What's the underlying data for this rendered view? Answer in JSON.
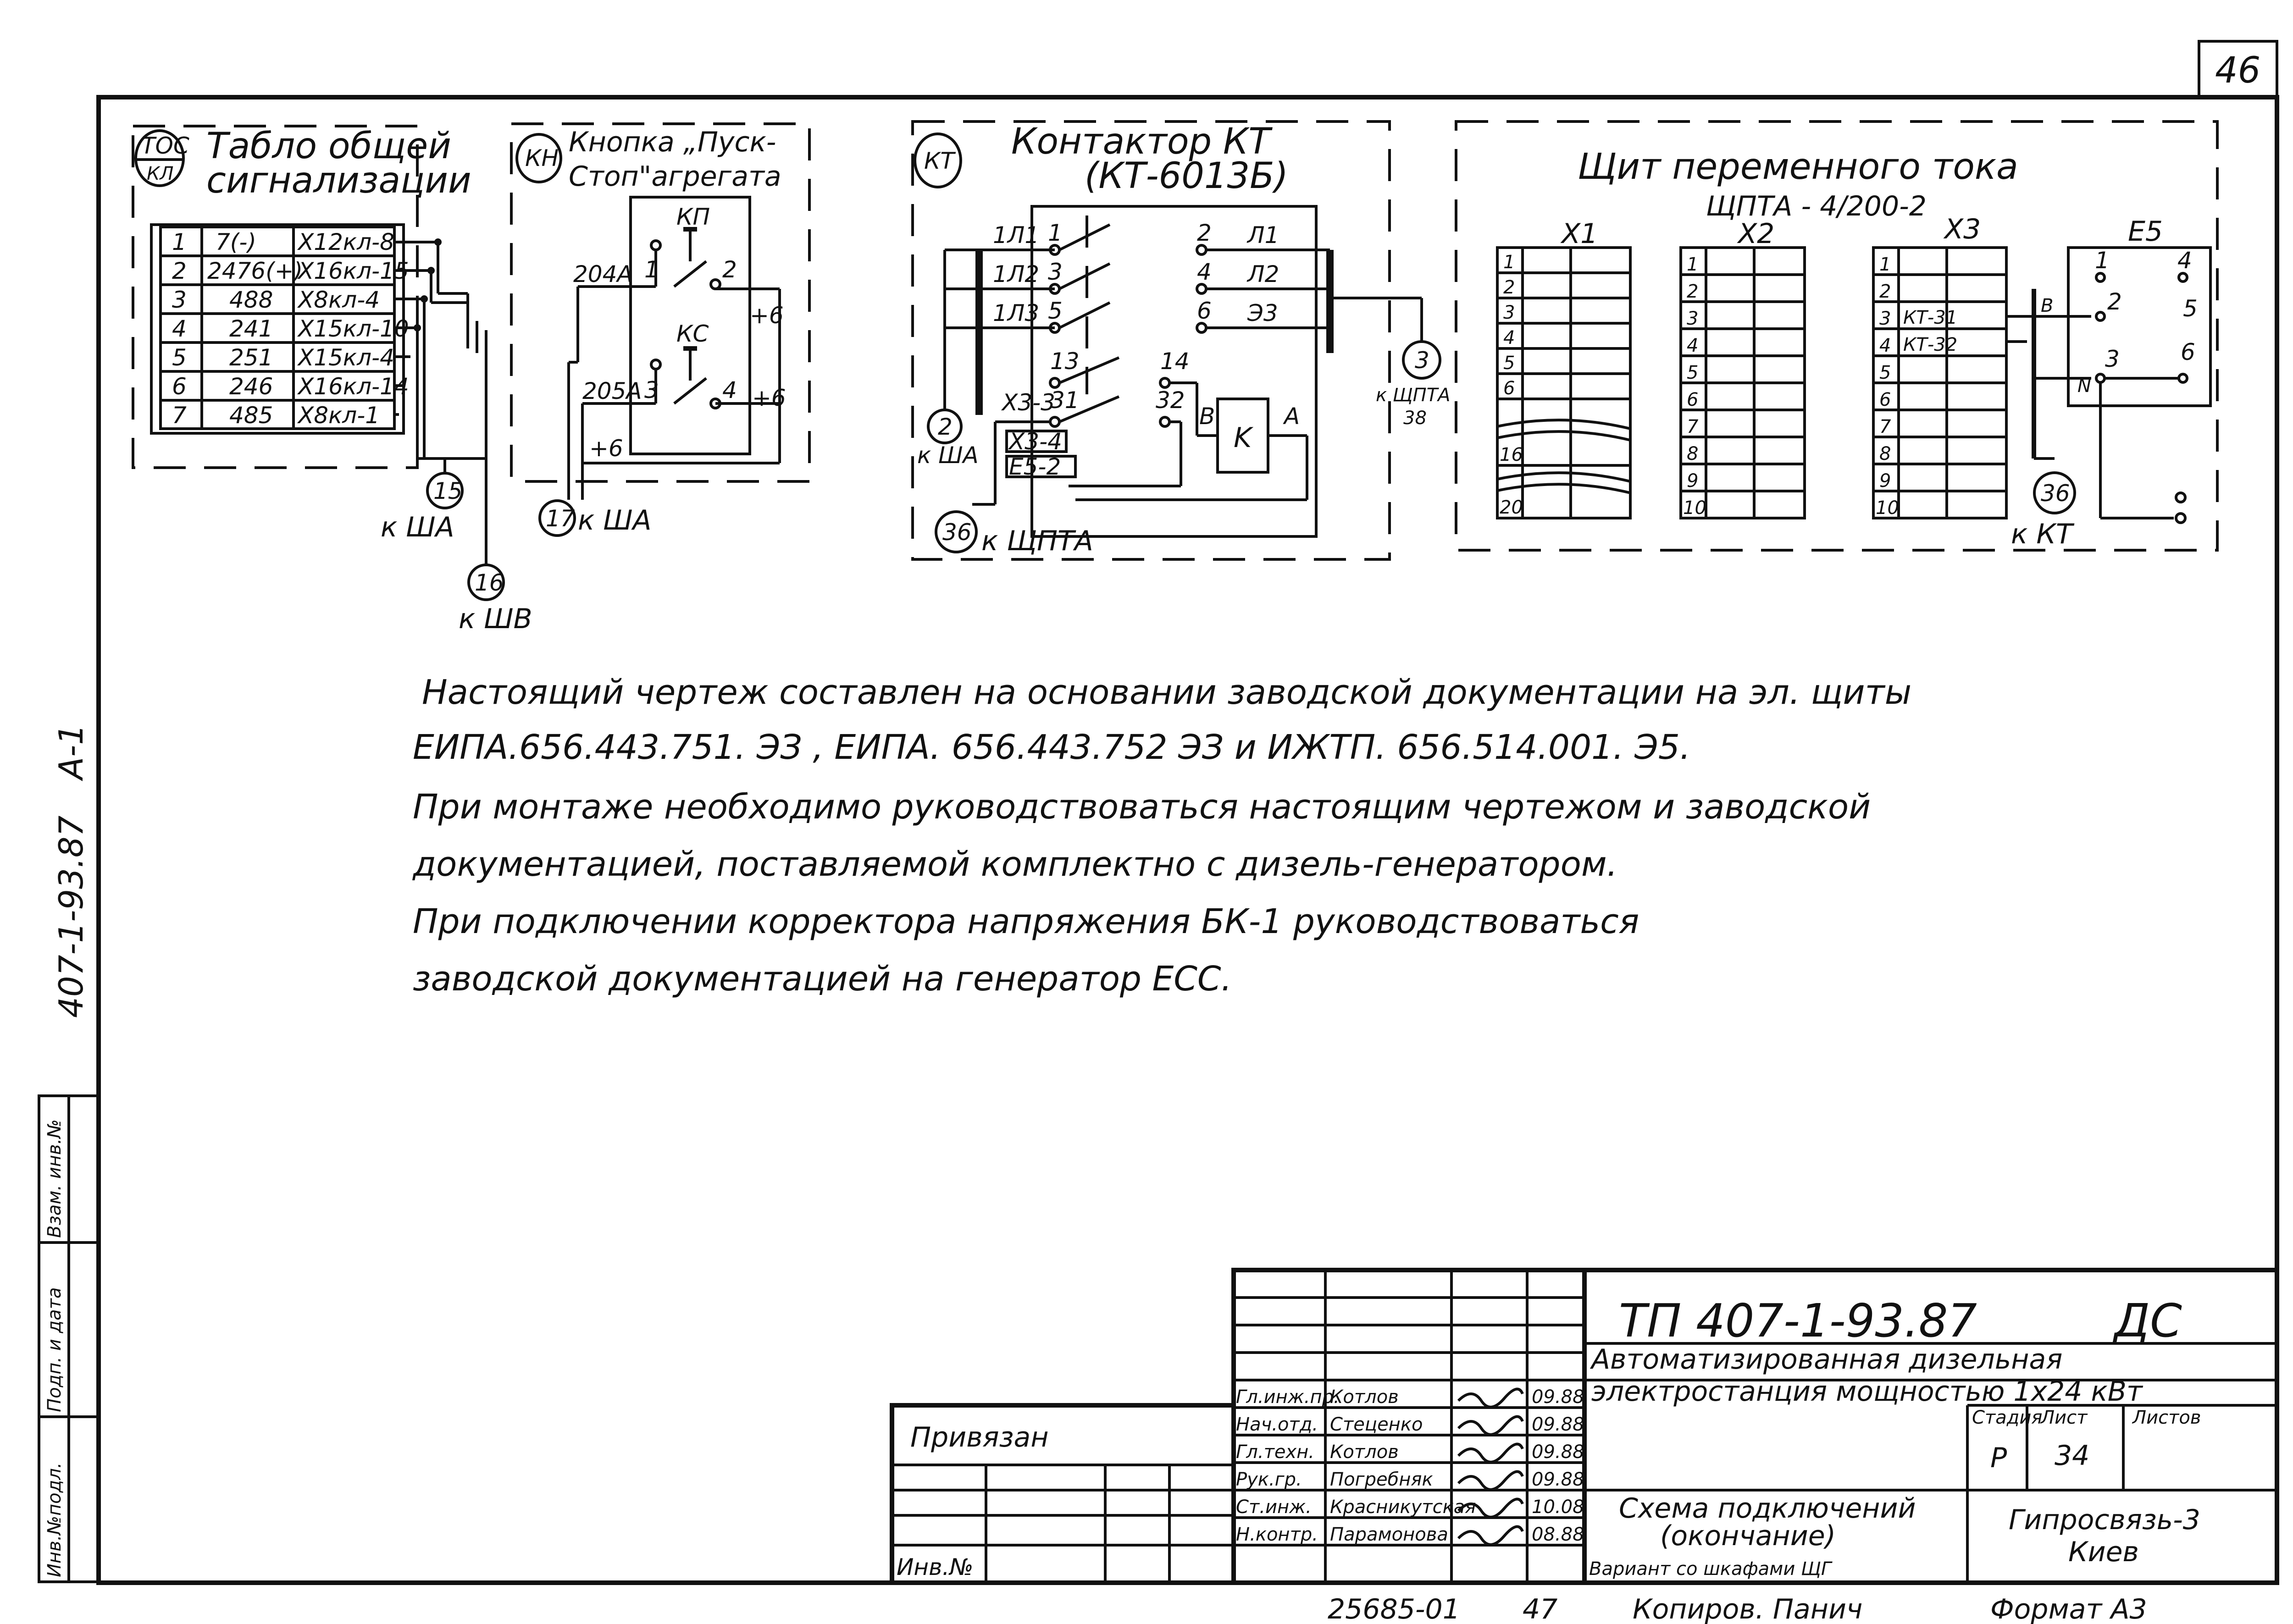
{
  "page_number": "46",
  "left_margin": {
    "doc_code": "407-1-93.87",
    "album": "A-1",
    "stamp_labels": [
      "Инв.№подл.",
      "Подп. и дата",
      "Взам. инв.№"
    ]
  },
  "blocks": {
    "toc": {
      "tag_top": "ТОС",
      "tag_bottom": "КЛ",
      "title_1": "Табло общей",
      "title_2": "сигнализации",
      "rows": [
        {
          "n": "1",
          "wire": "7(-)",
          "term": "X12кл-8"
        },
        {
          "n": "2",
          "wire": "2476(+)",
          "term": "X16кл-15"
        },
        {
          "n": "3",
          "wire": "488",
          "term": "X8кл-4"
        },
        {
          "n": "4",
          "wire": "241",
          "term": "X15кл-10"
        },
        {
          "n": "5",
          "wire": "251",
          "term": "X15кл-4"
        },
        {
          "n": "6",
          "wire": "246",
          "term": "X16кл-14"
        },
        {
          "n": "7",
          "wire": "485",
          "term": "X8кл-1"
        }
      ],
      "marker_15": "15",
      "marker_15_label": "к ША",
      "marker_16": "16",
      "marker_16_label": "к ШВ"
    },
    "kn": {
      "tag": "КН",
      "title_1": "Кнопка „Пуск-",
      "title_2": "Стоп\"агрегата",
      "kp": "КП",
      "ks": "КС",
      "w204": "204А",
      "w205": "205А",
      "plus6": "+6",
      "c1": "1",
      "c2": "2",
      "c3": "3",
      "c4": "4",
      "marker_17": "17",
      "marker_17_label": "к ША"
    },
    "kt": {
      "tag": "КТ",
      "title_1": "Контактор КТ",
      "title_2": "(КТ-6013Б)",
      "inputs": [
        "1Л1",
        "1Л2",
        "1Л3"
      ],
      "outputs": [
        "Л1",
        "Л2",
        "Э3"
      ],
      "contacts": [
        "1",
        "2",
        "3",
        "4",
        "5",
        "6",
        "13",
        "14",
        "31",
        "32"
      ],
      "x3_3": "X3-3",
      "x3_4": "X3-4",
      "e5_2": "E5-2",
      "coil": "K",
      "b": "B",
      "a": "A",
      "marker_2": "2",
      "marker_2_label": "к ША",
      "marker_3": "3",
      "marker_3_label_1": "к ЩПТА",
      "marker_3_label_2": "38",
      "marker_36": "36",
      "marker_36_label": "к ЩПТА"
    },
    "shchpta": {
      "title_1": "Щит переменного тока",
      "title_2": "ЩПТА - 4/200-2",
      "x1": {
        "name": "X1",
        "rows": [
          "1",
          "2",
          "3",
          "4",
          "5",
          "6",
          "16",
          "20"
        ]
      },
      "x2": {
        "name": "X2",
        "rows": [
          "1",
          "2",
          "3",
          "4",
          "5",
          "6",
          "7",
          "8",
          "9",
          "10"
        ]
      },
      "x3": {
        "name": "X3",
        "rows": [
          "1",
          "2",
          "3",
          "4",
          "5",
          "6",
          "7",
          "8",
          "9",
          "10"
        ],
        "kt31": "КТ-31",
        "kt32": "КТ-32"
      },
      "e5": {
        "name": "E5",
        "pins": [
          "1",
          "4",
          "2",
          "5",
          "3",
          "6"
        ],
        "b": "B",
        "n": "N"
      },
      "marker_36": "36",
      "marker_36_label": "к КТ"
    }
  },
  "notes": [
    "Настоящий чертеж составлен на основании заводской документации на эл. щиты",
    "ЕИПА.656.443.751. ЭЗ , ЕИПА. 656.443.752 ЭЗ и ИЖТП. 656.514.001. Э5.",
    "При монтаже необходимо руководствоваться настоящим чертежом и заводской",
    "документацией, поставляемой комплектно с дизель-генератором.",
    "При подключении корректора напряжения БК-1 руководствоваться",
    "заводской документацией на генератор ЕСС."
  ],
  "title_block": {
    "doc_number": "ТП 407-1-93.87",
    "doc_type": "ДС",
    "project_1": "Автоматизированная дизельная",
    "project_2": "электростанция мощностью 1х24 кВт",
    "sheet_title_1": "Схема подключений",
    "sheet_title_2": "(окончание)",
    "sheet_title_3": "Вариант со шкафами ЩГ",
    "stage_label": "Стадия",
    "sheet_label": "Лист",
    "sheets_label": "Листов",
    "stage": "Р",
    "sheet": "34",
    "org_1": "Гипросвязь-3",
    "org_2": "Киев",
    "privyazan": "Привязан",
    "inv_no": "Инв.№",
    "staff": [
      {
        "role": "Гл.инж.пр.",
        "name": "Котлов",
        "date": "09.88"
      },
      {
        "role": "Нач.отд.",
        "name": "Стеценко",
        "date": "09.88"
      },
      {
        "role": "Гл.техн.",
        "name": "Котлов",
        "date": "09.88"
      },
      {
        "role": "Рук.гр.",
        "name": "Погребняк",
        "date": "09.88"
      },
      {
        "role": "Ст.инж.",
        "name": "Красникутская",
        "date": "10.08"
      },
      {
        "role": "Н.контр.",
        "name": "Парамонова",
        "date": "08.88"
      }
    ]
  },
  "footer": {
    "archive_no": "25685-01",
    "page": "47",
    "copied": "Копиров. Панич",
    "format": "Формат А3"
  }
}
